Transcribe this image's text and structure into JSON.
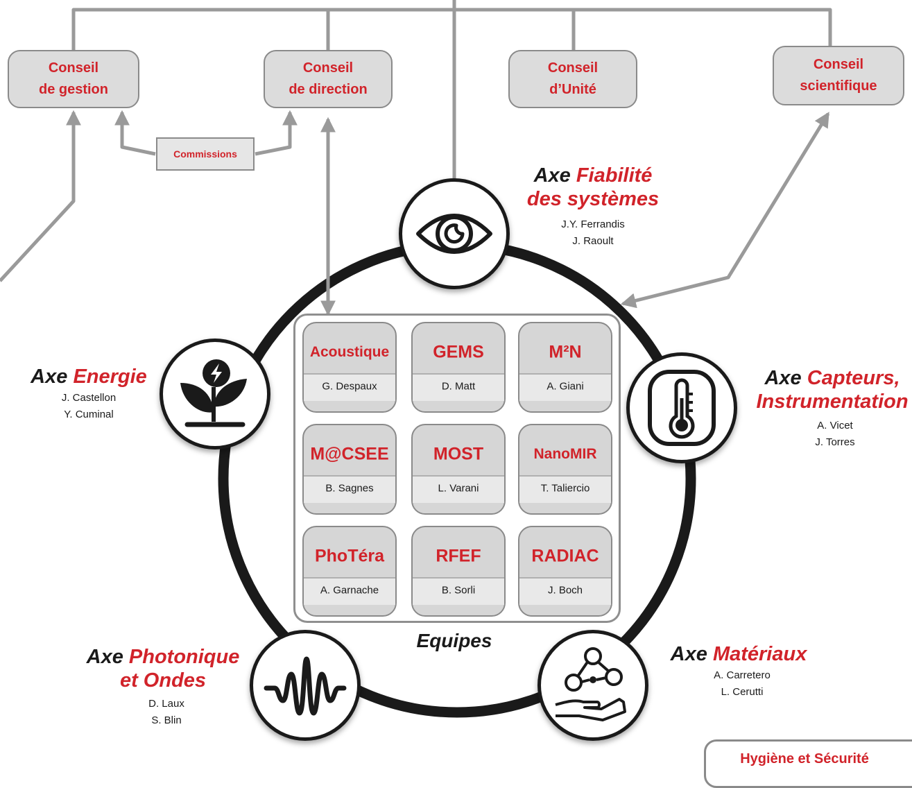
{
  "councils": [
    {
      "line1": "Conseil",
      "line2": "de gestion"
    },
    {
      "line1": "Conseil",
      "line2": "de direction"
    },
    {
      "line1": "Conseil",
      "line2": "d’Unité"
    },
    {
      "line1": "Conseil",
      "line2": "scientifique"
    }
  ],
  "commissions": "Commissions",
  "teams": [
    {
      "name": "Acoustique",
      "lead": "G. Despaux"
    },
    {
      "name": "GEMS",
      "lead": "D. Matt"
    },
    {
      "name": "M²N",
      "lead": "A. Giani"
    },
    {
      "name": "M@CSEE",
      "lead": "B. Sagnes"
    },
    {
      "name": "MOST",
      "lead": "L. Varani"
    },
    {
      "name": "NanoMIR",
      "lead": "T. Taliercio"
    },
    {
      "name": "PhoTéra",
      "lead": "A. Garnache"
    },
    {
      "name": "RFEF",
      "lead": "B. Sorli"
    },
    {
      "name": "RADIAC",
      "lead": "J. Boch"
    }
  ],
  "teams_label": "Equipes",
  "axes": {
    "fiabilite": {
      "prefix": "Axe",
      "name_line1": "Fiabilité",
      "name_line2": "des systèmes",
      "people": [
        "J.Y. Ferrandis",
        "J. Raoult"
      ],
      "icon": "eye-icon"
    },
    "energie": {
      "prefix": "Axe",
      "name_line1": "Energie",
      "people": [
        "J. Castellon",
        "Y. Cuminal"
      ],
      "icon": "plant-energy-icon"
    },
    "capteurs": {
      "prefix": "Axe",
      "name_line1": "Capteurs,",
      "name_line2": "Instrumentation",
      "people": [
        "A. Vicet",
        "J. Torres"
      ],
      "icon": "thermometer-icon"
    },
    "photonique": {
      "prefix": "Axe",
      "name_line1": "Photonique",
      "name_line2": "et Ondes",
      "people": [
        "D. Laux",
        "S. Blin"
      ],
      "icon": "wave-icon"
    },
    "materiaux": {
      "prefix": "Axe",
      "name_line1": "Matériaux",
      "people": [
        "A. Carretero",
        "L. Cerutti"
      ],
      "icon": "molecule-hand-icon"
    }
  },
  "hygiene_label": "Hygiène et Sécurité",
  "colors": {
    "accent": "#d1232a",
    "box_fill": "#dcdcdc",
    "connector": "#9a9a9a",
    "ring": "#1a1a1a"
  }
}
